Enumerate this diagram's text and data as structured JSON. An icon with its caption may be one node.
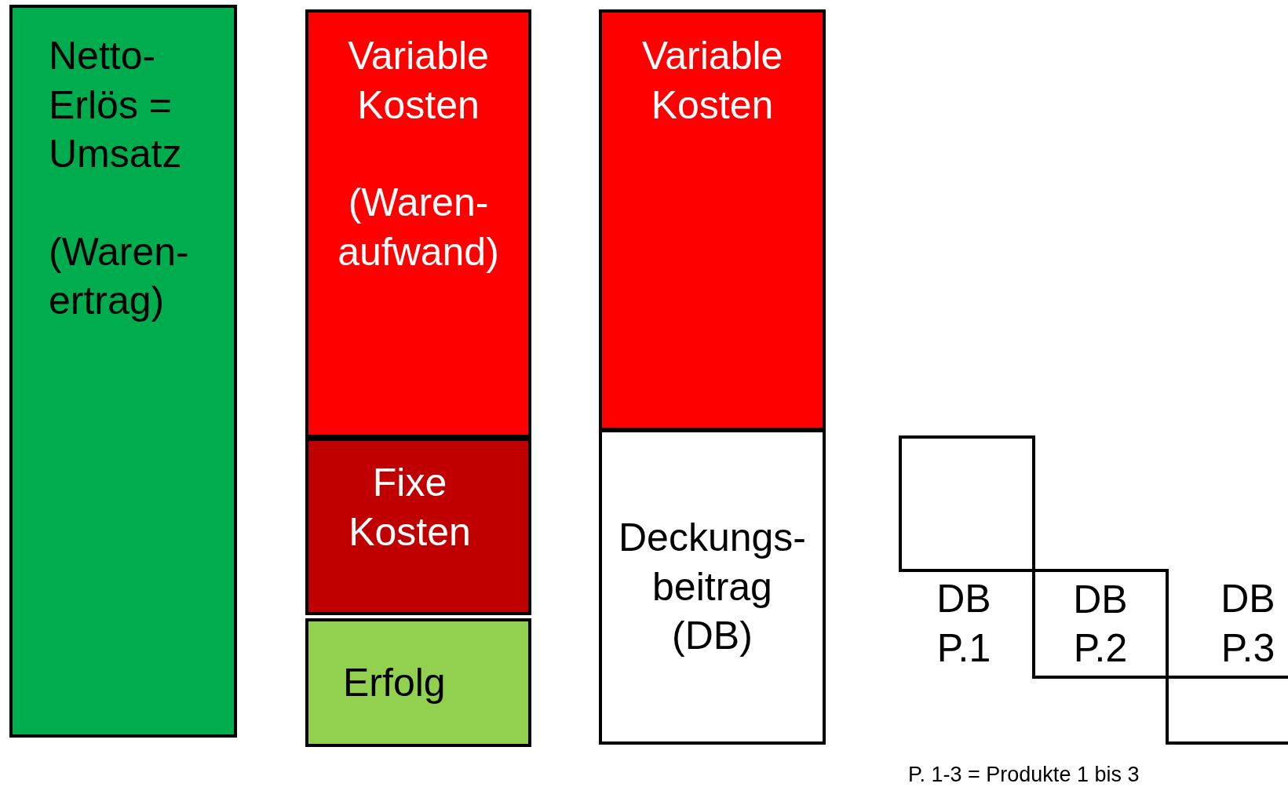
{
  "diagram": {
    "nodes": [
      {
        "text": [
          "Netto-Erlös = Umsatz",
          "(Waren-ertrag)"
        ]
      },
      {
        "text": [
          "Variable Kosten",
          "(Waren-aufwand)"
        ]
      },
      {
        "text": [
          "Fixe Kosten"
        ]
      },
      {
        "text": [
          "Erfolg"
        ]
      },
      {
        "text": [
          "Variable Kosten"
        ]
      },
      {
        "text": [
          "Deckungs-beitrag (DB)"
        ]
      },
      {
        "text": [],
        "shape": "box",
        "beside": [
          "DB P.1"
        ]
      },
      {
        "text": [
          "DB P.2"
        ]
      },
      {
        "text": [],
        "shape": "box",
        "beside": [
          "DB P.3"
        ]
      }
    ],
    "edges": [],
    "labels": [
      "P. 1-3 = Produkte 1 bis 3"
    ]
  }
}
